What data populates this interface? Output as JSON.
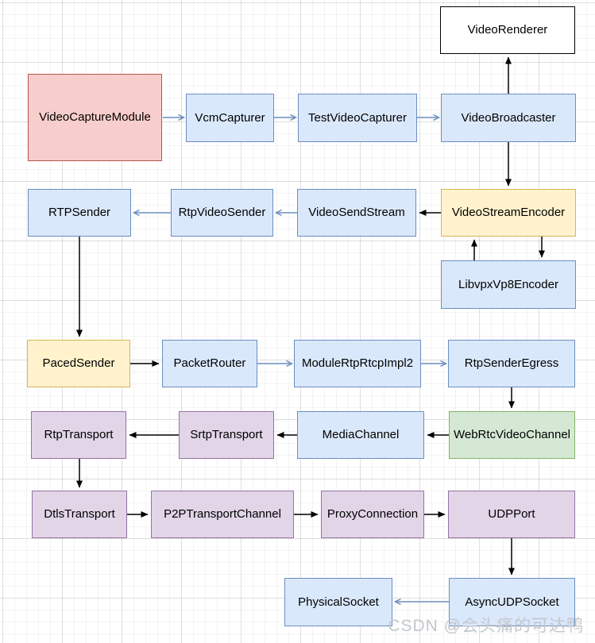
{
  "diagram": {
    "description": "WebRTC video send pipeline class diagram",
    "grid": "on",
    "background": "#ffffff"
  },
  "palette": {
    "white": {
      "fill": "#ffffff",
      "stroke": "#000000"
    },
    "red": {
      "fill": "#f8cecc",
      "stroke": "#b85450"
    },
    "blue": {
      "fill": "#dae8fc",
      "stroke": "#6c8ebf"
    },
    "yellow": {
      "fill": "#fff2cc",
      "stroke": "#d6b656"
    },
    "purple": {
      "fill": "#e1d5e7",
      "stroke": "#9673a6"
    },
    "green": {
      "fill": "#d5e8d4",
      "stroke": "#82b366"
    }
  },
  "edge_colors": {
    "black": "#000000",
    "blue": "#6c8ebf"
  },
  "nodes": [
    {
      "label": "VideoRenderer",
      "color": "white"
    },
    {
      "label": "VideoCaptureModule",
      "color": "red"
    },
    {
      "label": "VcmCapturer",
      "color": "blue"
    },
    {
      "label": "TestVideoCapturer",
      "color": "blue"
    },
    {
      "label": "VideoBroadcaster",
      "color": "blue"
    },
    {
      "label": "RTPSender",
      "color": "blue"
    },
    {
      "label": "RtpVideoSender",
      "color": "blue"
    },
    {
      "label": "VideoSendStream",
      "color": "blue"
    },
    {
      "label": "VideoStreamEncoder",
      "color": "yellow"
    },
    {
      "label": "LibvpxVp8Encoder",
      "color": "blue"
    },
    {
      "label": "PacedSender",
      "color": "yellow"
    },
    {
      "label": "PacketRouter",
      "color": "blue"
    },
    {
      "label": "ModuleRtpRtcpImpl2",
      "color": "blue"
    },
    {
      "label": "RtpSenderEgress",
      "color": "blue"
    },
    {
      "label": "RtpTransport",
      "color": "purple"
    },
    {
      "label": "SrtpTransport",
      "color": "purple"
    },
    {
      "label": "MediaChannel",
      "color": "blue"
    },
    {
      "label": "WebRtcVideoChannel",
      "color": "green"
    },
    {
      "label": "DtlsTransport",
      "color": "purple"
    },
    {
      "label": "P2PTransportChannel",
      "color": "purple"
    },
    {
      "label": "ProxyConnection",
      "color": "purple"
    },
    {
      "label": "UDPPort",
      "color": "purple"
    },
    {
      "label": "PhysicalSocket",
      "color": "blue"
    },
    {
      "label": "AsyncUDPSocket",
      "color": "blue"
    }
  ],
  "edges": [
    {
      "from": "VideoCaptureModule",
      "to": "VcmCapturer",
      "color": "blue"
    },
    {
      "from": "VcmCapturer",
      "to": "TestVideoCapturer",
      "color": "blue"
    },
    {
      "from": "TestVideoCapturer",
      "to": "VideoBroadcaster",
      "color": "blue"
    },
    {
      "from": "VideoBroadcaster",
      "to": "VideoRenderer",
      "color": "black"
    },
    {
      "from": "VideoBroadcaster",
      "to": "VideoStreamEncoder",
      "color": "black"
    },
    {
      "from": "VideoStreamEncoder",
      "to": "VideoSendStream",
      "color": "black"
    },
    {
      "from": "VideoSendStream",
      "to": "RtpVideoSender",
      "color": "blue"
    },
    {
      "from": "RtpVideoSender",
      "to": "RTPSender",
      "color": "blue"
    },
    {
      "from": "LibvpxVp8Encoder",
      "to": "VideoStreamEncoder",
      "color": "black"
    },
    {
      "from": "VideoStreamEncoder",
      "to": "LibvpxVp8Encoder",
      "color": "black"
    },
    {
      "from": "RTPSender",
      "to": "PacedSender",
      "color": "black"
    },
    {
      "from": "PacedSender",
      "to": "PacketRouter",
      "color": "black"
    },
    {
      "from": "PacketRouter",
      "to": "ModuleRtpRtcpImpl2",
      "color": "blue"
    },
    {
      "from": "ModuleRtpRtcpImpl2",
      "to": "RtpSenderEgress",
      "color": "blue"
    },
    {
      "from": "RtpSenderEgress",
      "to": "WebRtcVideoChannel",
      "color": "black"
    },
    {
      "from": "WebRtcVideoChannel",
      "to": "MediaChannel",
      "color": "black"
    },
    {
      "from": "MediaChannel",
      "to": "SrtpTransport",
      "color": "black"
    },
    {
      "from": "SrtpTransport",
      "to": "RtpTransport",
      "color": "black"
    },
    {
      "from": "RtpTransport",
      "to": "DtlsTransport",
      "color": "black"
    },
    {
      "from": "DtlsTransport",
      "to": "P2PTransportChannel",
      "color": "black"
    },
    {
      "from": "P2PTransportChannel",
      "to": "ProxyConnection",
      "color": "black"
    },
    {
      "from": "ProxyConnection",
      "to": "UDPPort",
      "color": "black"
    },
    {
      "from": "UDPPort",
      "to": "AsyncUDPSocket",
      "color": "black"
    },
    {
      "from": "AsyncUDPSocket",
      "to": "PhysicalSocket",
      "color": "blue"
    }
  ],
  "watermark": {
    "text": "CSDN @会头痛的可达鸭",
    "color": "#c3c7cd"
  }
}
